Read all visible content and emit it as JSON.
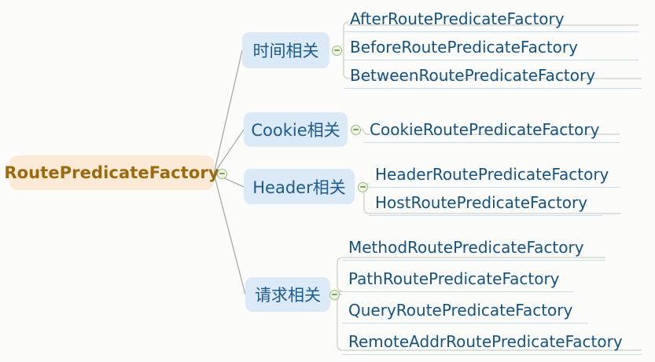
{
  "diagram": {
    "type": "mind-map",
    "title": "RoutePredicateFactory",
    "background_color": "#fbfbf9",
    "root": {
      "label": "RoutePredicateFactory",
      "text_color": "#9a6a11",
      "fill_color": "#fcead6",
      "toggle": "collapse-toggle-icon"
    },
    "branches": [
      {
        "id": "time",
        "label": "时间相关",
        "fill_color": "#dce9f6",
        "text_color": "#1d5b8e",
        "toggle": "collapse-toggle-icon",
        "leaves": [
          {
            "label": "AfterRoutePredicateFactory"
          },
          {
            "label": "BeforeRoutePredicateFactory"
          },
          {
            "label": "BetweenRoutePredicateFactory"
          }
        ]
      },
      {
        "id": "cookie",
        "label": "Cookie相关",
        "fill_color": "#dce9f6",
        "text_color": "#1d5b8e",
        "toggle": "collapse-toggle-icon",
        "leaves": [
          {
            "label": "CookieRoutePredicateFactory"
          }
        ]
      },
      {
        "id": "header",
        "label": "Header相关",
        "fill_color": "#dce9f6",
        "text_color": "#1d5b8e",
        "toggle": "collapse-toggle-icon",
        "leaves": [
          {
            "label": "HeaderRoutePredicateFactory"
          },
          {
            "label": "HostRoutePredicateFactory"
          }
        ]
      },
      {
        "id": "request",
        "label": "请求相关",
        "fill_color": "#dce9f6",
        "text_color": "#1d5b8e",
        "toggle": "collapse-toggle-icon",
        "leaves": [
          {
            "label": "MethodRoutePredicateFactory"
          },
          {
            "label": "PathRoutePredicateFactory"
          },
          {
            "label": "QueryRoutePredicateFactory"
          },
          {
            "label": "RemoteAddrRoutePredicateFactory"
          }
        ]
      }
    ],
    "leaf_text_color": "#16527f",
    "leaf_underline_color": "#c8dced",
    "edge_color": "#9a9a96",
    "bracket_color": "#cfcfc8"
  }
}
